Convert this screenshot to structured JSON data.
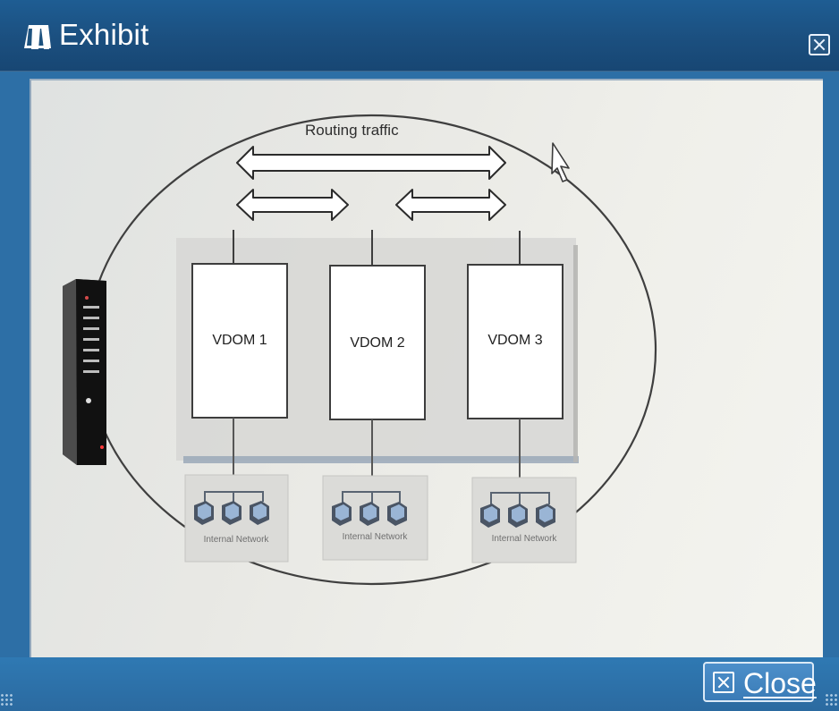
{
  "window": {
    "title": "Exhibit",
    "close_label": "Close"
  },
  "diagram": {
    "routing_label": "Routing traffic",
    "vdoms": [
      {
        "label": "VDOM 1",
        "network_label": "Internal Network"
      },
      {
        "label": "VDOM 2",
        "network_label": "Internal Network"
      },
      {
        "label": "VDOM 3",
        "network_label": "Internal Network"
      }
    ]
  },
  "icons": {
    "title": "exhibit-icon",
    "titlebar_close": "close-icon",
    "button_close": "close-icon",
    "appliance": "firewall-appliance-icon",
    "computer": "computer-icon",
    "cursor": "mouse-pointer-icon"
  },
  "colors": {
    "titlebar": "#1b4f7f",
    "frame": "#2d6fa6",
    "diagram_background": "#ececea",
    "box_outline": "#434343",
    "shadow_panel": "#d4d4d2"
  }
}
